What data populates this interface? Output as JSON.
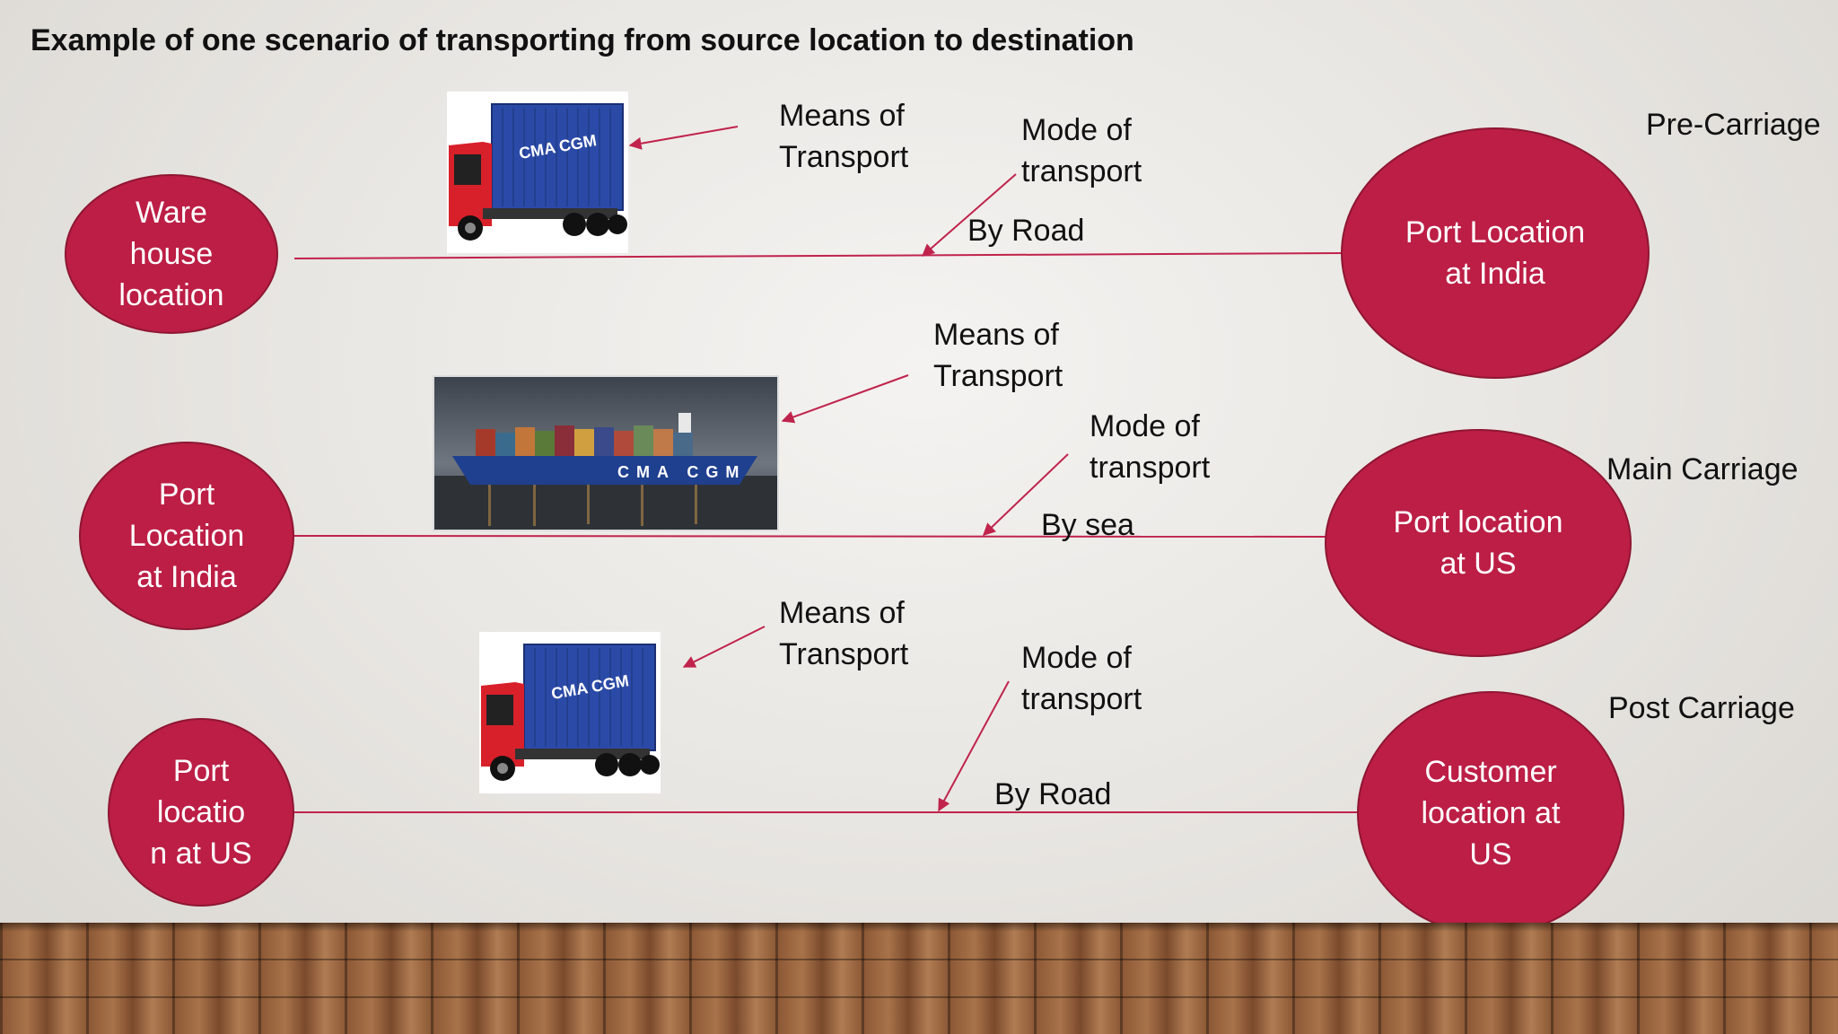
{
  "title": "Example of one scenario of transporting from source location to destination",
  "colors": {
    "node": "#bc1e45",
    "line": "#c0234c",
    "text": "#111111"
  },
  "rows": [
    {
      "stage": "Pre-Carriage",
      "source": "Ware\nhouse\nlocation",
      "destination": "Port Location\nat India",
      "means_label": "Means of\nTransport",
      "mode_label": "Mode of\ntransport",
      "mode_value": "By Road",
      "vehicle": "truck-icon",
      "vehicle_text": "CMA CGM"
    },
    {
      "stage": "Main Carriage",
      "source": "Port\nLocation\nat India",
      "destination": "Port location\nat US",
      "means_label": "Means of\nTransport",
      "mode_label": "Mode of\ntransport",
      "mode_value": "By sea",
      "vehicle": "ship-icon",
      "vehicle_text": "CMA CGM"
    },
    {
      "stage": "Post Carriage",
      "source": "Port\nlocatio\nn at US",
      "destination": "Customer\nlocation at\nUS",
      "means_label": "Means of\nTransport",
      "mode_label": "Mode of\ntransport",
      "mode_value": "By Road",
      "vehicle": "truck-icon",
      "vehicle_text": "CMA CGM"
    }
  ]
}
